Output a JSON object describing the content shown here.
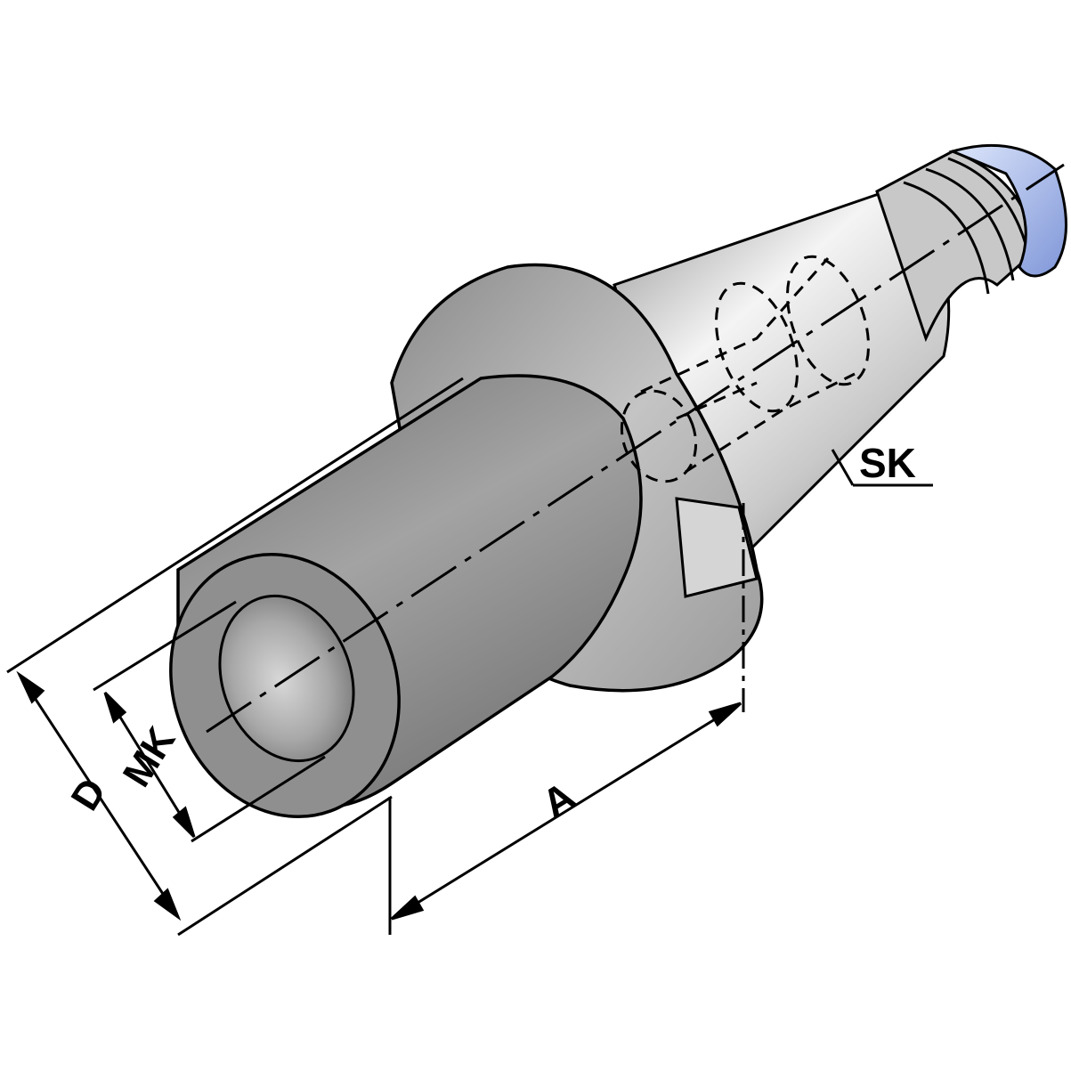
{
  "labels": {
    "d": "D",
    "mk": "MK",
    "a": "A",
    "sk": "SK"
  },
  "colors": {
    "outline": "#000000",
    "sleeve_body": "#8c8c8c",
    "bore": "#9a9a9a",
    "cone_light": "#e0e0e0",
    "flange": "#b9b9b9",
    "tip_blue": "#8fa7e6"
  }
}
